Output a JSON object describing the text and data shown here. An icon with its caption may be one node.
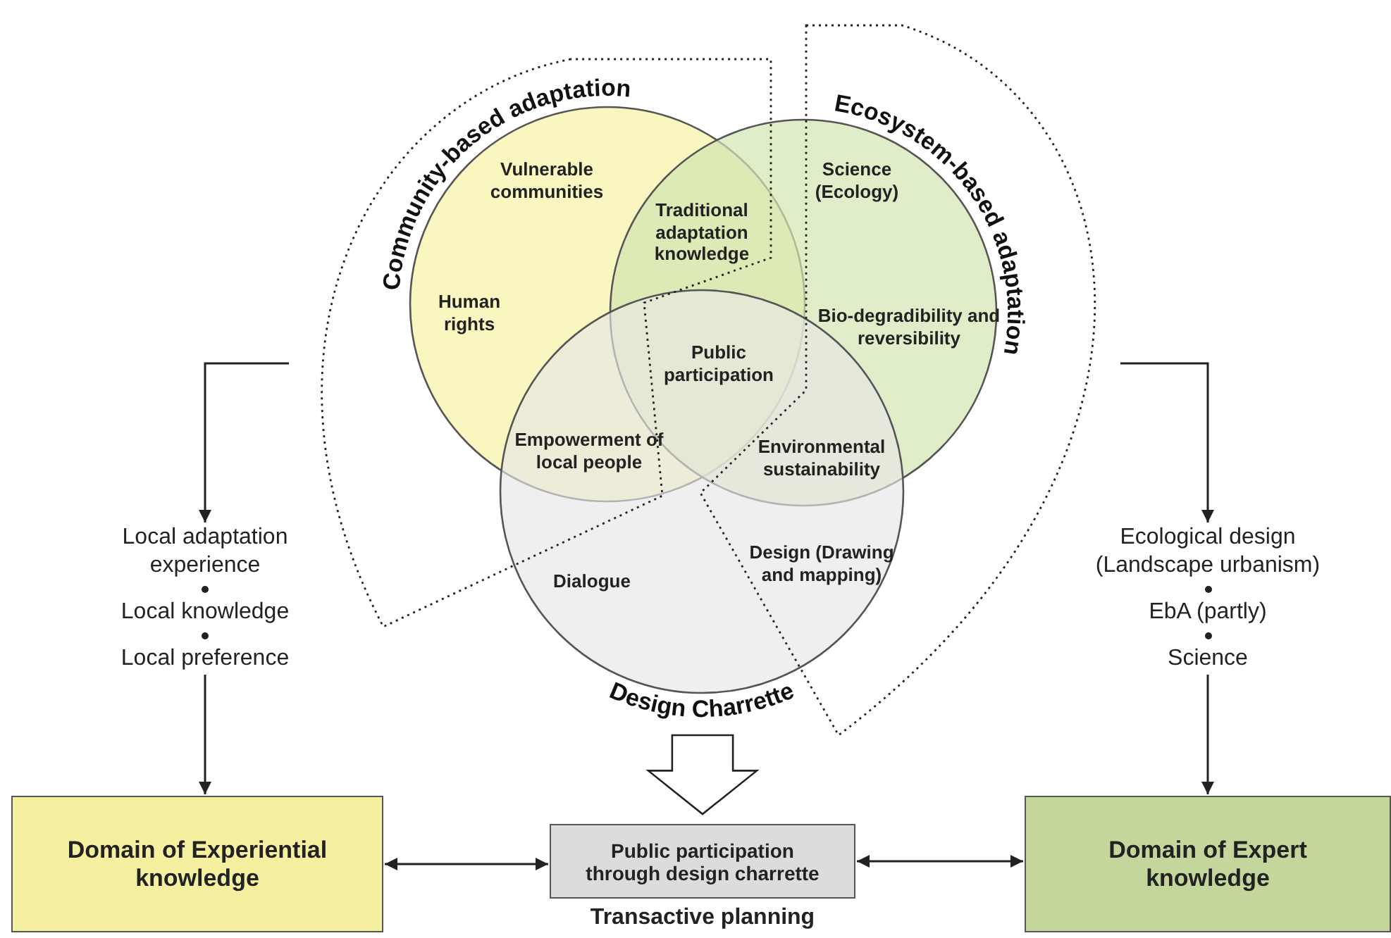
{
  "diagram": {
    "nodes": [
      {
        "text": [
          "Community-based adaptation"
        ]
      },
      {
        "text": [
          "Ecosystem-based adaptation"
        ]
      },
      {
        "text": [
          "Design Charrette"
        ]
      },
      {
        "text": [],
        "shape": "sector"
      },
      {
        "text": [],
        "shape": "sector"
      },
      {
        "text": [
          "Local adaptation experience",
          "Local knowledge",
          "Local preference"
        ]
      },
      {
        "text": [
          "Ecological design (Landscape urbanism)",
          "EbA (partly)",
          "Science"
        ]
      },
      {
        "text": [
          "Domain of Experiential knowledge"
        ]
      },
      {
        "text": [
          "Public participation through design charrette"
        ],
        "beside": [
          "Transactive planning"
        ]
      },
      {
        "text": [
          "Domain of Expert knowledge"
        ]
      }
    ],
    "edges": [
      {
        "from": 3,
        "to": 5,
        "arrow": "to"
      },
      {
        "from": 4,
        "to": 6,
        "arrow": "to"
      },
      {
        "from": 5,
        "to": 7,
        "arrow": "to"
      },
      {
        "from": 6,
        "to": 9,
        "arrow": "to"
      },
      {
        "from": 2,
        "to": 8,
        "arrow": "to",
        "style": "thick"
      },
      {
        "from": 7,
        "to": 8,
        "arrow": "both"
      },
      {
        "from": 8,
        "to": 9,
        "arrow": "both"
      }
    ],
    "labels": [
      "Vulnerable communities",
      "Traditional adaptation knowledge",
      "Science (Ecology)",
      "Human rights",
      "Bio-degradibility and reversibility",
      "Public participation",
      "Empowerment of local people",
      "Environmental sustainability",
      "Design (Drawing and mapping)",
      "Dialogue"
    ]
  }
}
